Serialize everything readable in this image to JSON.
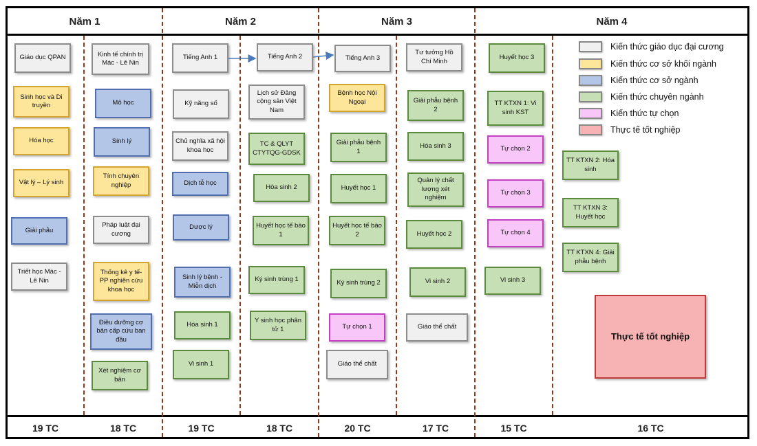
{
  "years": [
    "Năm 1",
    "Năm 2",
    "Năm 3",
    "Năm 4"
  ],
  "credits": [
    "19 TC",
    "18 TC",
    "19 TC",
    "18 TC",
    "20 TC",
    "17 TC",
    "15 TC",
    "16 TC"
  ],
  "legend": [
    {
      "label": "Kiến thức giáo dục đại cương",
      "color": "#f0f0f0"
    },
    {
      "label": "Kiến thức cơ sở khối ngành",
      "color": "#fde59a"
    },
    {
      "label": "Kiến thức cơ sở ngành",
      "color": "#b4c6e7"
    },
    {
      "label": "Kiến thức chuyên ngành",
      "color": "#c6dfb4"
    },
    {
      "label": "Kiến thức tự chọn",
      "color": "#f8c6f8"
    },
    {
      "label": "Thực tế tốt nghiệp",
      "color": "#f7b3b3"
    }
  ],
  "courses": {
    "s1": [
      "Giáo dục QPAN",
      "Sinh học và Di truyền",
      "Hóa học",
      "Vật lý – Lý sinh",
      "Giải phẫu",
      "Triết học Mác - Lê Nin"
    ],
    "s2": [
      "Kinh tế chính trị Mác - Lê Nin",
      "Mô học",
      "Sinh lý",
      "Tính chuyên nghiệp",
      "Pháp luật đại cương",
      "Thống kê y tế- PP nghiên cứu khoa học",
      "Điều dưỡng cơ bản cấp cứu ban đầu",
      "Xét nghiệm cơ bản"
    ],
    "s3": [
      "Tiếng Anh 1",
      "Kỹ năng số",
      "Chủ nghĩa xã hội khoa học",
      "Dịch tễ học",
      "Dược lý",
      "Sinh lý bệnh - Miễn dịch",
      "Hóa sinh 1",
      "Vi sinh 1"
    ],
    "s4": [
      "Tiếng Anh 2",
      "Lịch sử Đảng cộng sản Việt Nam",
      "TC & QLYT CTYTQG-GDSK",
      "Hóa sinh 2",
      "Huyết học tế bào 1",
      "Ký sinh trùng 1",
      "Y sinh học phân tử 1"
    ],
    "s5": [
      "Tiếng Anh 3",
      "Bệnh học Nội Ngoại",
      "Giải phẫu bệnh 1",
      "Huyết học 1",
      "Huyết học tế bào 2",
      "Ký sinh trùng 2",
      "Tự chọn 1",
      "Giáo thể chất"
    ],
    "s6": [
      "Tư tưởng Hồ Chí Minh",
      "Giải phẫu bệnh 2",
      "Hóa sinh 3",
      "Quản lý chất lượng xét nghiệm",
      "Huyết học 2",
      "Vi sinh 2",
      "Giáo thể chất"
    ],
    "s7": [
      "Huyết học 3",
      "TT KTXN 1: Vi sinh KST",
      "Tự chọn 2",
      "Tự chọn 3",
      "Tự chọn 4",
      "Vi sinh 3"
    ],
    "s8": [
      "TT KTXN 2: Hóa sinh",
      "TT KTXN 3: Huyết học",
      "TT KTXN 4: Giải phẫu bệnh",
      "Thực tế tốt nghiệp"
    ]
  }
}
